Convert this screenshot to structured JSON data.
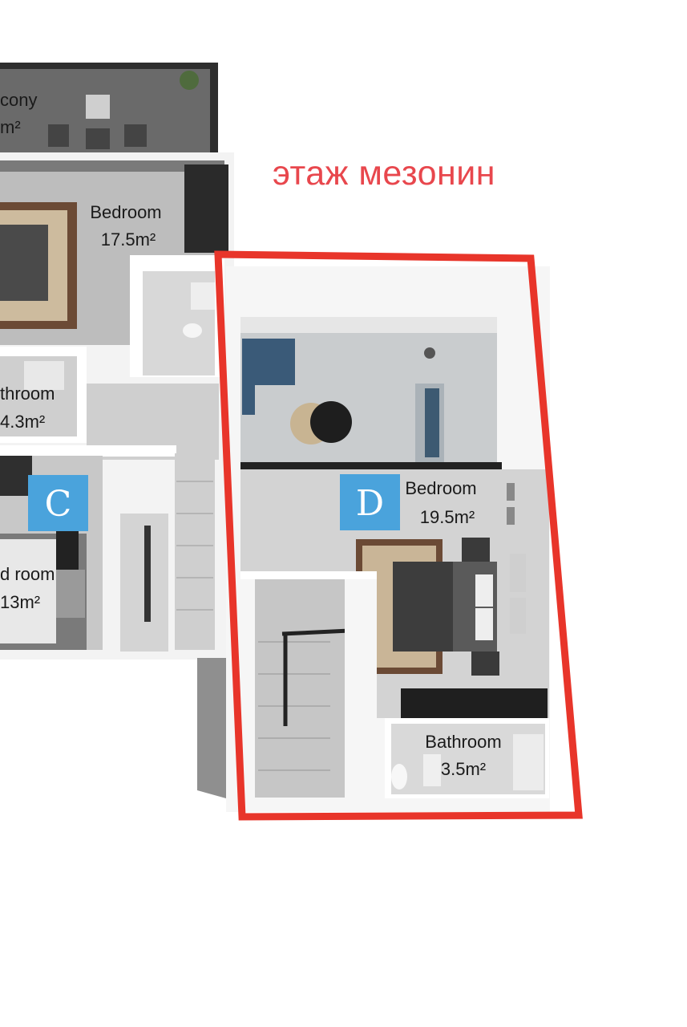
{
  "heading": "этаж мезонин",
  "colors": {
    "highlight": "#e8352a",
    "heading": "#e8474d",
    "zone_badge": "#4aa3dc",
    "floor": "#d4d4d4",
    "balcony": "#6a6a6a",
    "wall": "#f4f4f4"
  },
  "rooms": {
    "balcony": {
      "name": "cony",
      "area": "m²"
    },
    "bedroom_top": {
      "name": "Bedroom",
      "area": "17.5m²"
    },
    "bathroom_left": {
      "name": "throom",
      "area": "4.3m²"
    },
    "bedroom_c": {
      "name": "d room",
      "area": "13m²"
    },
    "bedroom_d": {
      "name": "Bedroom",
      "area": "19.5m²"
    },
    "bathroom_d": {
      "name": "Bathroom",
      "area": "3.5m²"
    }
  },
  "zones": {
    "c": "C",
    "d": "D"
  }
}
